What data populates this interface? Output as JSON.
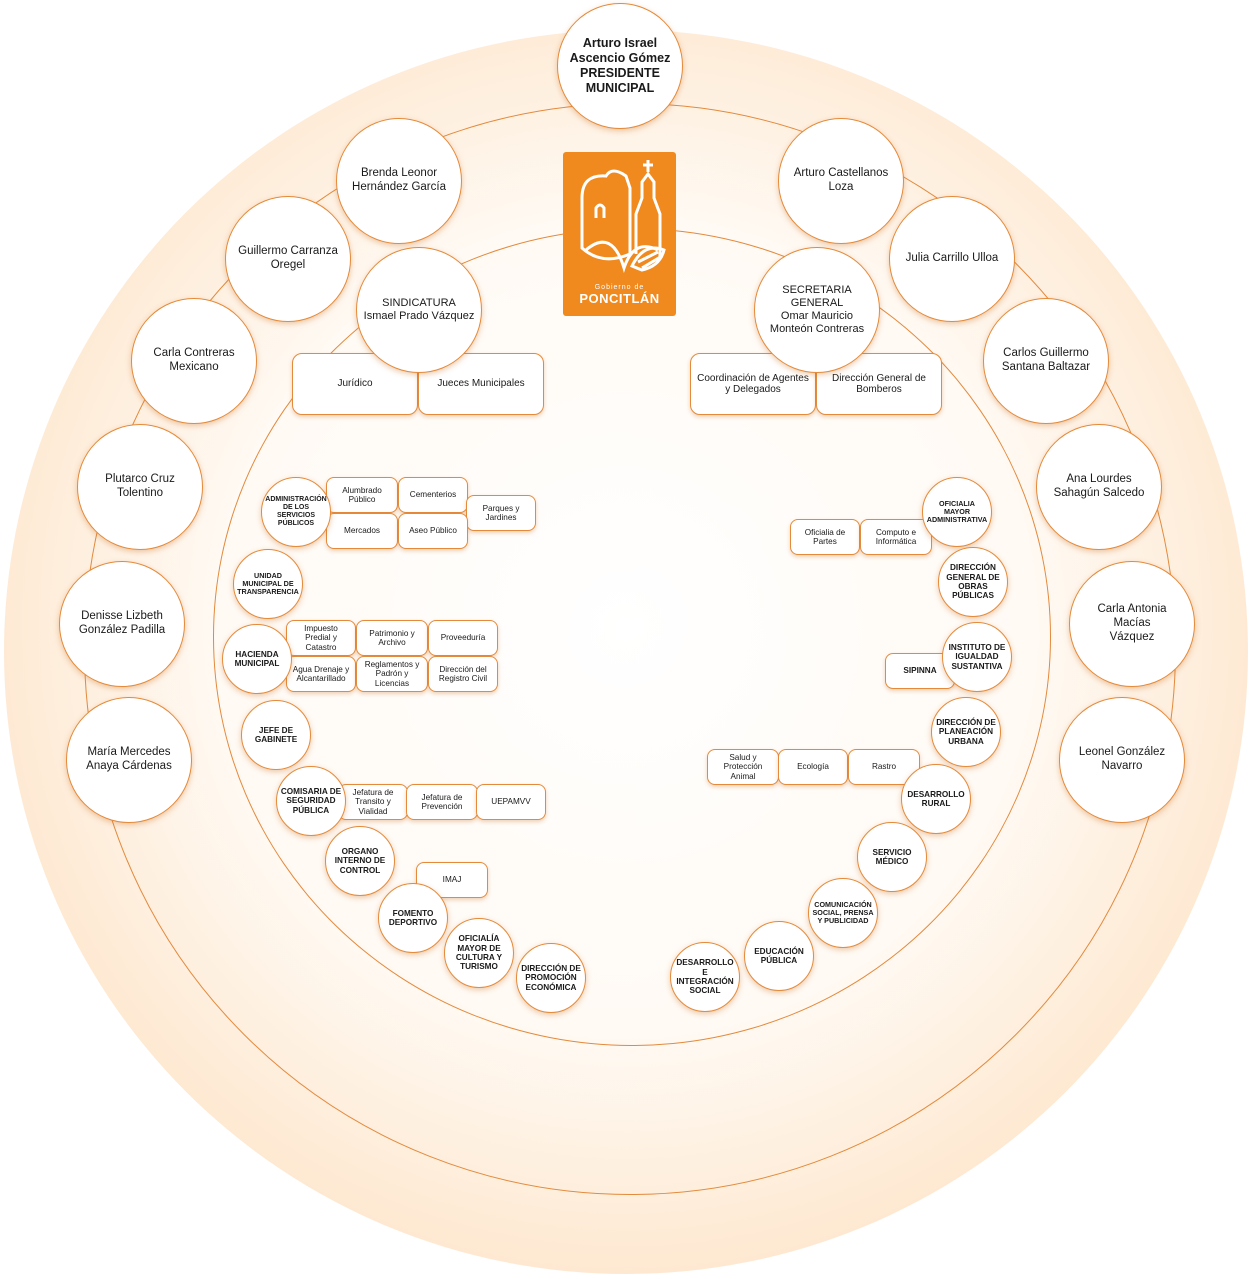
{
  "logo": {
    "line1": "Gobierno de",
    "line2": "PONCITLÁN",
    "accent": "#f08a1e"
  },
  "colors": {
    "border": "#e58a3a",
    "ring": "#e38a3d"
  },
  "president": {
    "line1": "Arturo Israel",
    "line2": "Ascencio Gómez",
    "line3": "PRESIDENTE",
    "line4": "MUNICIPAL"
  },
  "regidores": [
    {
      "line1": "Brenda Leonor",
      "line2": "Hernández García"
    },
    {
      "line1": "Guillermo Carranza",
      "line2": "Oregel"
    },
    {
      "line1": "Carla Contreras",
      "line2": "Mexicano"
    },
    {
      "line1": "Plutarco Cruz",
      "line2": "Tolentino"
    },
    {
      "line1": "Denisse Lizbeth",
      "line2": "González Padilla"
    },
    {
      "line1": "María Mercedes",
      "line2": "Anaya Cárdenas"
    },
    {
      "line1": "Arturo Castellanos",
      "line2": "Loza"
    },
    {
      "line1": "Julia Carrillo Ulloa",
      "line2": ""
    },
    {
      "line1": "Carlos Guillermo",
      "line2": "Santana Baltazar"
    },
    {
      "line1": "Ana Lourdes",
      "line2": "Sahagún Salcedo"
    },
    {
      "line1": "Carla Antonia",
      "line2": "Macías",
      "line3": "Vázquez"
    },
    {
      "line1": "Leonel González",
      "line2": "Navarro"
    }
  ],
  "sindicatura": {
    "line1": "SINDICATURA",
    "line2": "Ismael Prado Vázquez",
    "sub": [
      "Jurídico",
      "Jueces Municipales"
    ]
  },
  "secretaria": {
    "line1": "SECRETARIA",
    "line2": "GENERAL",
    "line3": "Omar Mauricio",
    "line4": "Monteón Contreras",
    "sub": [
      "Coordinación de Agentes y Delegados",
      "Dirección General de Bomberos"
    ]
  },
  "left": {
    "servicios": "ADMINISTRACIÓN DE LOS SERVICIOS PÚBLICOS",
    "servicios_sub": [
      "Alumbrado Público",
      "Cementerios",
      "Parques y Jardines",
      "Mercados",
      "Aseo Público"
    ],
    "transparencia": "UNIDAD MUNICIPAL DE TRANSPARENCIA",
    "hacienda": "HACIENDA MUNICIPAL",
    "hacienda_sub": [
      "Impuesto Predial y Catastro",
      "Patrimonio y Archivo",
      "Proveeduría",
      "Agua Drenaje y Alcantarillado",
      "Reglamentos y Padrón y Licencias",
      "Dirección del Registro Civil"
    ],
    "gabinete": "JEFE DE GABINETE",
    "seguridad": "COMISARIA DE SEGURIDAD PÚBLICA",
    "seguridad_sub": [
      "Jefatura de Transito y Vialidad",
      "Jefatura de Prevención",
      "UEPAMVV"
    ],
    "control": "ORGANO INTERNO DE CONTROL",
    "imaj": "IMAJ",
    "deporte": "FOMENTO DEPORTIVO",
    "cultura": "OFICIALÍA MAYOR DE CULTURA Y TURISMO",
    "economica": "DIRECCIÓN DE PROMOCIÓN ECONÓMICA"
  },
  "right": {
    "oficialia": "OFICIALIA MAYOR ADMINISTRATIVA",
    "oficialia_sub": [
      "Oficialia de Partes",
      "Computo e Informática"
    ],
    "obras": "DIRECCIÓN GENERAL DE OBRAS PÚBLICAS",
    "igualdad": "INSTITUTO DE IGUALDAD SUSTANTIVA",
    "sipinna": "SIPINNA",
    "planeacion": "DIRECCIÓN DE PLANEACIÓN URBANA",
    "rural": "DESARROLLO RURAL",
    "rural_sub": [
      "Salud y Protección Animal",
      "Ecología",
      "Rastro"
    ],
    "medico": "SERVICIO MÉDICO",
    "comunicacion": "COMUNICACIÓN SOCIAL, PRENSA Y PUBLICIDAD",
    "educacion": "EDUCACIÓN PÚBLICA",
    "desarrollo": "DESARROLLO E INTEGRACIÓN SOCIAL"
  }
}
